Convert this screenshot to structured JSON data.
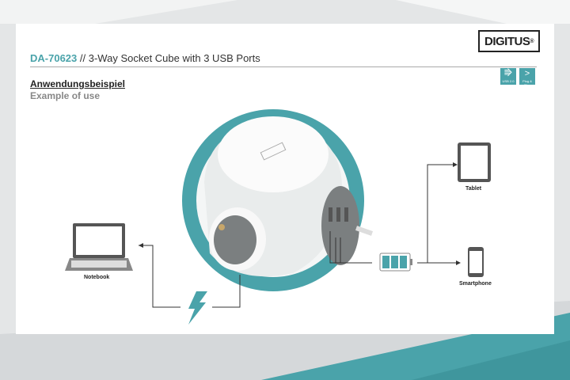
{
  "brand": {
    "logo": "DIGITUS"
  },
  "header": {
    "code": "DA-70623",
    "separator": "//",
    "title": "3-Way Socket Cube with 3 USB Ports"
  },
  "badges": [
    {
      "icon": "usb-icon",
      "label": "USB 2.0"
    },
    {
      "icon": "plug-and-play-icon",
      "label": "Plug & Play"
    }
  ],
  "section": {
    "heading_de": "Anwendungsbeispiel",
    "heading_en": "Example of use"
  },
  "devices": {
    "notebook": "Notebook",
    "tablet": "Tablet",
    "smartphone": "Smartphone"
  },
  "colors": {
    "accent": "#4aa3aa",
    "background": "#e4e6e7"
  }
}
